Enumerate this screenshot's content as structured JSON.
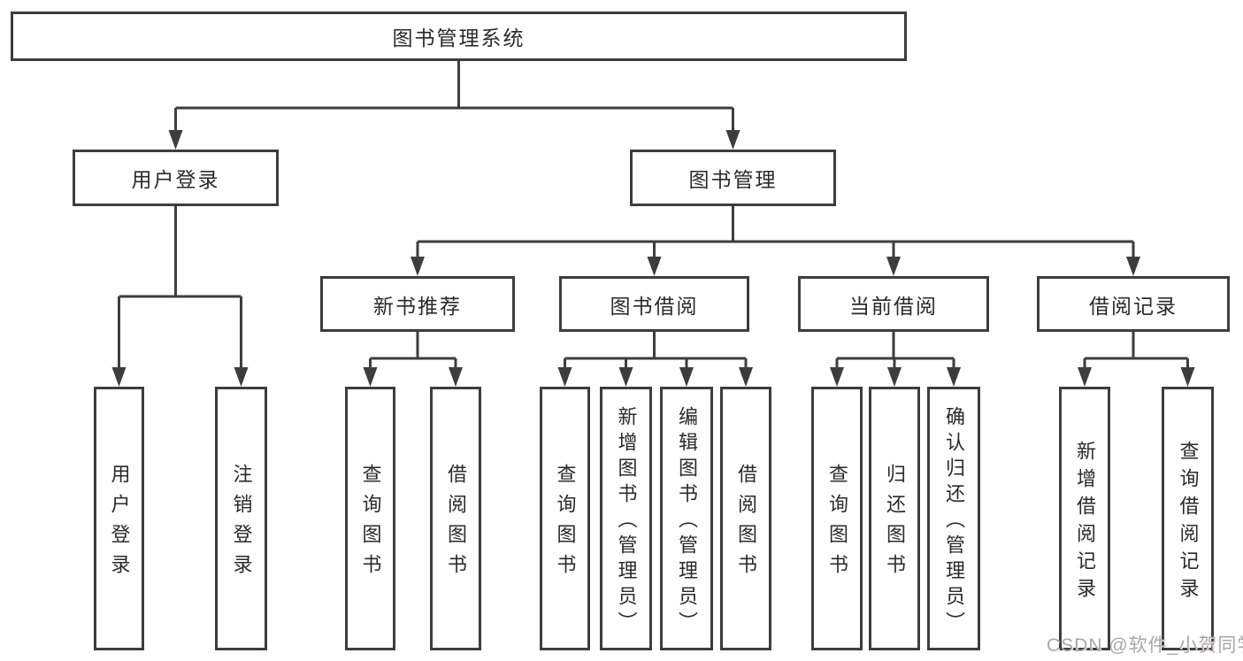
{
  "diagram": {
    "root": "图书管理系统",
    "branches": [
      {
        "label": "用户登录",
        "children": [
          "用户登录",
          "注销登录"
        ]
      },
      {
        "label": "图书管理",
        "groups": [
          {
            "label": "新书推荐",
            "children": [
              "查询图书",
              "借阅图书"
            ]
          },
          {
            "label": "图书借阅",
            "children": [
              "查询图书",
              "新增图书（管理员）",
              "编辑图书（管理员）",
              "借阅图书"
            ]
          },
          {
            "label": "当前借阅",
            "children": [
              "查询图书",
              "归还图书",
              "确认归还（管理员）"
            ]
          },
          {
            "label": "借阅记录",
            "children": [
              "新增借阅记录",
              "查询借阅记录"
            ]
          }
        ]
      }
    ]
  },
  "watermark": "CSDN @软件_小贺同学",
  "colors": {
    "line": "#3d3d3d",
    "text": "#2a2a2a",
    "watermark": "#aba7a7",
    "background": "#ffffff"
  }
}
